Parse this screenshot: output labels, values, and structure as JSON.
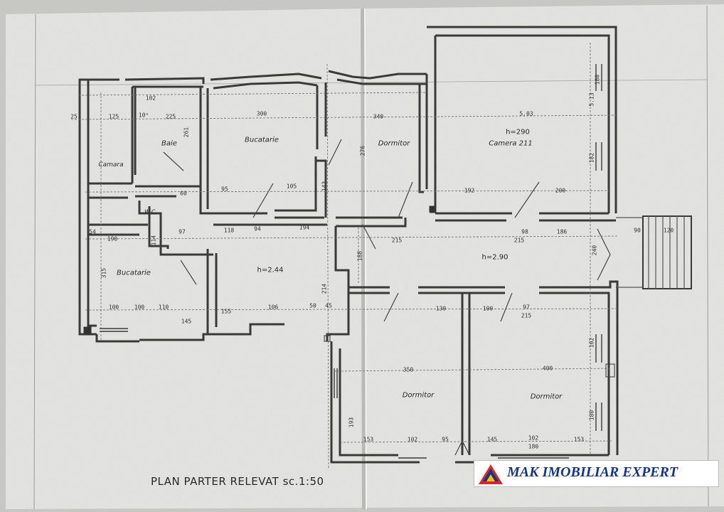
{
  "plan_title": "PLAN PARTER RELEVAT sc.1:50",
  "brand": {
    "name": "MAK IMOBILIAR EXPERT",
    "colors": {
      "blue": "#16368a",
      "red": "#d8262b",
      "yellow": "#f2c300"
    }
  },
  "rooms": {
    "baie": "Baie",
    "camara": "Camara",
    "wc": "W.C.",
    "bucatarie_top": "Bucatarie",
    "bucatarie_left": "Bucatarie",
    "dormitor_top": "Dormitor",
    "camera": "Camera 211",
    "dormitor_bottom_left": "Dormitor",
    "dormitor_bottom_right": "Dormitor"
  },
  "heights": {
    "camera": "h=290",
    "hall": "h=2.90",
    "center": "h=2.44"
  },
  "dimensions": {
    "d300": "300",
    "d340": "340",
    "d503": "5.03",
    "d225": "225",
    "d125": "125",
    "d105": "10⁵",
    "d192": "192",
    "d200": "200",
    "d95": "95",
    "d105b": "105",
    "d190": "190",
    "d194": "194",
    "d215a": "215",
    "d215b": "215",
    "d98": "98",
    "d186": "186",
    "d90": "90",
    "d120": "120",
    "d100a": "100",
    "d100b": "100",
    "d110": "110",
    "d145": "145",
    "d155": "155",
    "d106": "106",
    "d50": "50",
    "d130": "130",
    "d100c": "100",
    "d215c": "215",
    "d97": "97",
    "d350": "350",
    "d400": "400",
    "d153a": "153",
    "d102a": "102",
    "d95b": "95",
    "d145b": "145",
    "d102b": "102",
    "d180": "180",
    "d153b": "153",
    "d315": "315",
    "d214": "214",
    "d513": "5.13",
    "d180v": "180",
    "d182v": "182",
    "d240v": "240",
    "d188v": "188",
    "d193v": "193",
    "d102v": "102",
    "d180v2": "180",
    "d276v": "276",
    "d143v": "143",
    "d261v": "261",
    "d114v": "114",
    "d97b": "97",
    "d118": "118",
    "d94": "94",
    "d60": "60",
    "d54": "54",
    "d102c": "102",
    "d25": "25",
    "d45": "45"
  }
}
